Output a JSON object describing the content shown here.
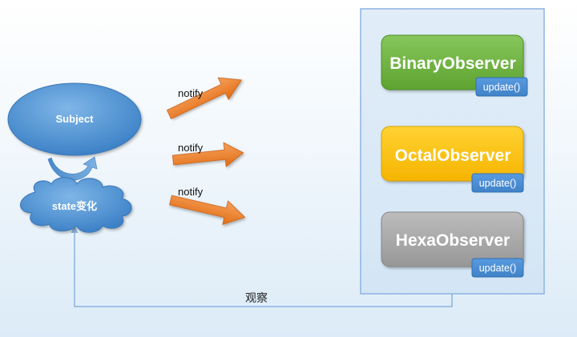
{
  "subject": {
    "label": "Subject"
  },
  "state": {
    "label": "state变化"
  },
  "arrows": [
    {
      "label": "notify"
    },
    {
      "label": "notify"
    },
    {
      "label": "notify"
    }
  ],
  "observers": [
    {
      "name": "BinaryObserver",
      "method": "update()",
      "color": "#6cb13f"
    },
    {
      "name": "OctalObserver",
      "method": "update()",
      "color": "#fcc000"
    },
    {
      "name": "HexaObserver",
      "method": "update()",
      "color": "#a5a5a5"
    }
  ],
  "observe_label": "观察",
  "colors": {
    "subject": "#4a90cf",
    "arrow": "#ee7a22",
    "panel_border": "#8db4e2",
    "method_box": "#4a8fd4"
  }
}
